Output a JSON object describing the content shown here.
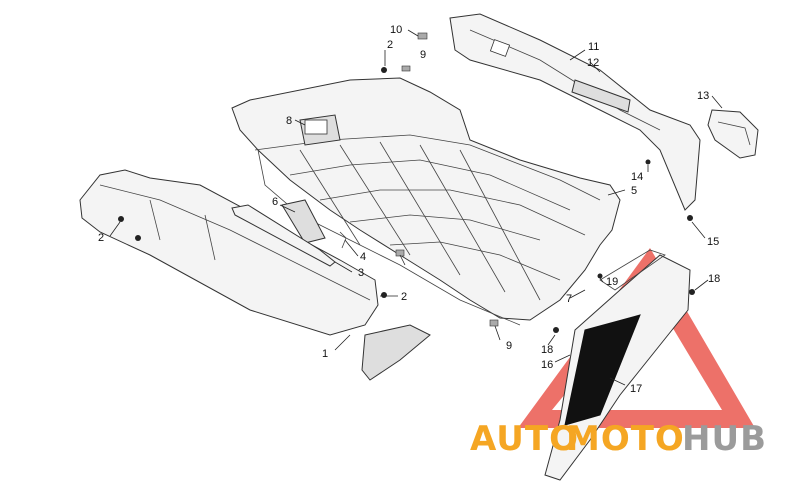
{
  "callouts": [
    "1",
    "2",
    "2",
    "2",
    "3",
    "4",
    "5",
    "6",
    "7",
    "8",
    "9",
    "9",
    "10",
    "11",
    "12",
    "13",
    "14",
    "15",
    "16",
    "17",
    "18",
    "18",
    "19"
  ],
  "watermark": {
    "part1": "AUTO",
    "part2": "MOTO",
    "part3": "HUB",
    "color_orange": "#f5a623",
    "color_gray": "#9b9b9b",
    "triangle_color": "#e8463c"
  }
}
